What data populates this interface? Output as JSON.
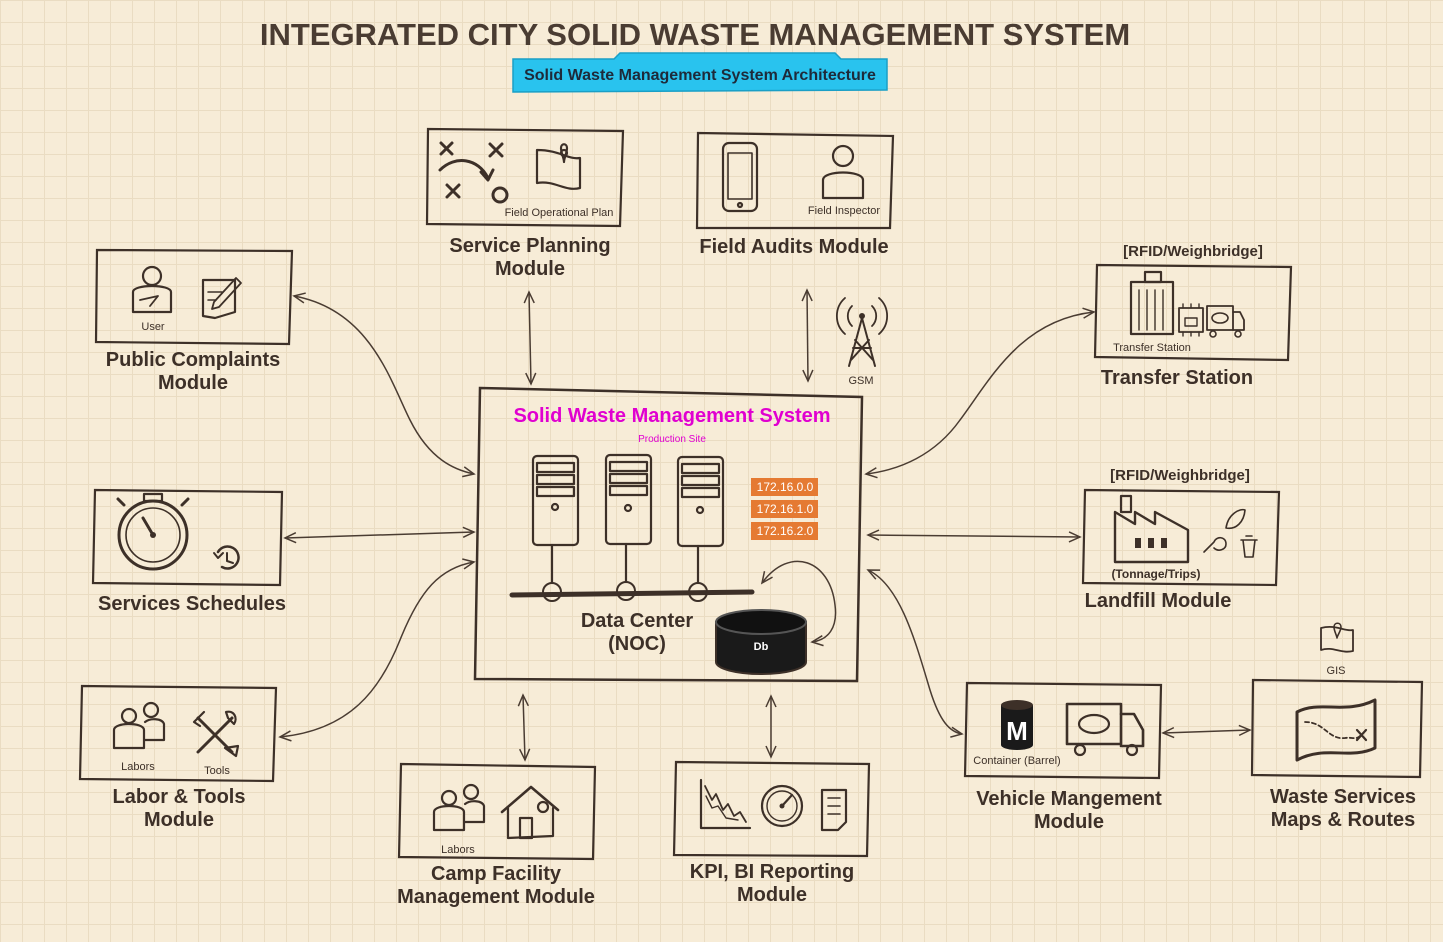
{
  "title": "INTEGRATED CITY SOLID WASTE MANAGEMENT SYSTEM",
  "subtitle": "Solid Waste Management System Architecture",
  "center": {
    "title": "Solid Waste Management System",
    "site": "Production Site",
    "data_center_line1": "Data Center",
    "data_center_line2": "(NOC)",
    "db_label": "Db",
    "ips": [
      "172.16.0.0",
      "172.16.1.0",
      "172.16.2.0"
    ],
    "gsm_label": "GSM"
  },
  "modules": {
    "service_planning": {
      "line1": "Service Planning",
      "line2": "Module",
      "caption": "Field Operational Plan"
    },
    "field_audits": {
      "line1": "Field Audits Module",
      "caption": "Field Inspector"
    },
    "public_complaints": {
      "line1": "Public Complaints",
      "line2": "Module",
      "caption": "User"
    },
    "services_schedules": {
      "line1": "Services Schedules"
    },
    "labor_tools": {
      "line1": "Labor & Tools",
      "line2": "Module",
      "caption1": "Labors",
      "caption2": "Tools"
    },
    "camp_facility": {
      "line1": "Camp Facility",
      "line2": "Management Module",
      "caption": "Labors"
    },
    "kpi_bi": {
      "line1": "KPI, BI Reporting",
      "line2": "Module"
    },
    "transfer_station": {
      "line1": "Transfer Station",
      "header": "[RFID/Weighbridge]",
      "caption": "Transfer Station"
    },
    "landfill": {
      "line1": "Landfill Module",
      "header": "[RFID/Weighbridge]",
      "caption": "(Tonnage/Trips)"
    },
    "vehicle": {
      "line1": "Vehicle Mangement",
      "line2": "Module",
      "caption": "Container (Barrel)",
      "badge": "M"
    },
    "waste_maps": {
      "line1": "Waste Services",
      "line2": "Maps & Routes",
      "gis_label": "GIS"
    }
  },
  "colors": {
    "accent": "#e000d0",
    "ip_badge": "#e57a32",
    "subtitle_banner": "#29c3ee",
    "ink": "#3d3028"
  }
}
